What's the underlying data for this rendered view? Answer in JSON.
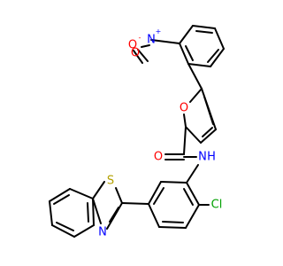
{
  "molecule": {
    "atoms": {
      "nitro_n": {
        "symbol": "N",
        "charge": "+",
        "color": "#0000ff"
      },
      "nitro_o_minus": {
        "symbol": "O",
        "charge": "-",
        "color": "#ff0000"
      },
      "nitro_o": {
        "symbol": "O",
        "color": "#ff0000"
      },
      "furan_o": {
        "symbol": "O",
        "color": "#ff0000"
      },
      "carbonyl_o": {
        "symbol": "O",
        "color": "#ff0000"
      },
      "amide_n": {
        "symbol": "N",
        "color": "#0000ff"
      },
      "amide_h": {
        "symbol": "H",
        "color": "#0000ff"
      },
      "thiazole_s": {
        "symbol": "S",
        "color": "#b3a100"
      },
      "thiazole_n": {
        "symbol": "N",
        "color": "#0000ff"
      },
      "chlorine": {
        "symbol": "Cl",
        "color": "#00a000"
      }
    },
    "bond_color": "#000000"
  }
}
